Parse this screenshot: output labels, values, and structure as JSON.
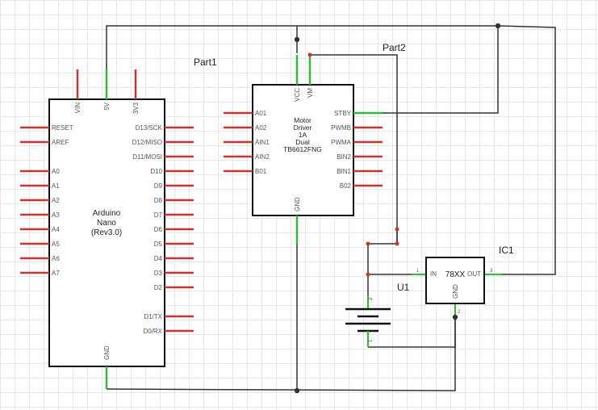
{
  "parts": {
    "arduino": {
      "ref": "Part1",
      "title": [
        "Arduino",
        "Nano",
        "(Rev3.0)"
      ],
      "top_pins": [
        "VIN",
        "5V",
        "3V3"
      ],
      "left_pins": [
        "RESET",
        "AREF",
        "A0",
        "A1",
        "A2",
        "A3",
        "A4",
        "A5",
        "A6",
        "A7"
      ],
      "right_pins": [
        "D13/SCK",
        "D12/MISO",
        "D11/MOSI",
        "D10",
        "D9",
        "D8",
        "D7",
        "D6",
        "D5",
        "D4",
        "D3",
        "D2",
        "D1/TX",
        "D0/RX"
      ],
      "bottom_pin": "GND"
    },
    "motor_driver": {
      "ref": "Part2",
      "title": [
        "Motor",
        "Driver",
        "1A",
        "Dual",
        "TB6612FNG"
      ],
      "top_pins": [
        "VCC",
        "VM"
      ],
      "left_pins": [
        "A01",
        "A02",
        "AIN1",
        "AIN2",
        "B01"
      ],
      "right_pins": [
        "STBY",
        "PWMB",
        "PWMA",
        "BIN2",
        "BIN1",
        "B02"
      ],
      "bottom_pin": "GND"
    },
    "regulator": {
      "ref": "IC1",
      "title": "78XX",
      "pins": {
        "in": "IN",
        "out": "OUT",
        "gnd": "GND"
      },
      "pin_numbers": {
        "in": "1",
        "out": "3",
        "gnd": "2"
      }
    },
    "battery": {
      "ref": "U1",
      "pin_numbers": {
        "top": "2",
        "bottom": "1"
      }
    }
  },
  "colors": {
    "wire": "#333333",
    "pin": "#cc3333",
    "connected_pin": "#33bb33",
    "junction": "#333333",
    "body_stroke": "#111111",
    "grid": "#e6e6e6"
  }
}
